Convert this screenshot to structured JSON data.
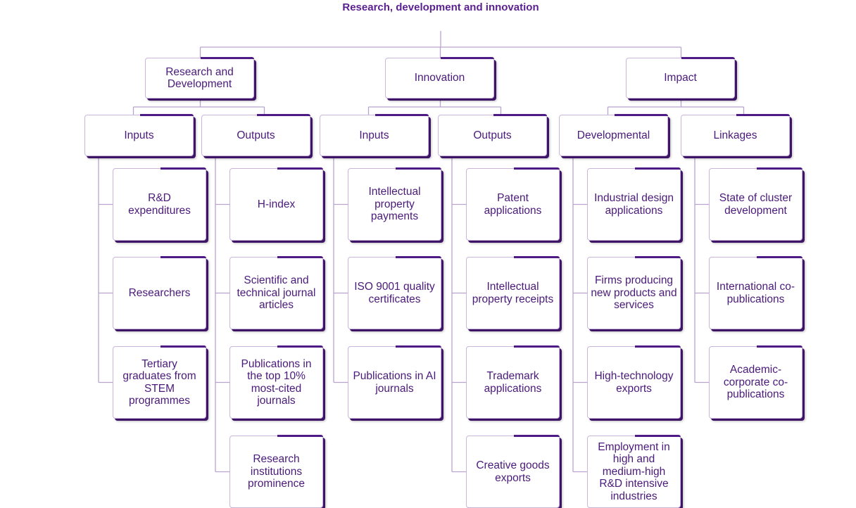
{
  "title": "Research, development and innovation",
  "pillars": [
    {
      "label": "Research and Development",
      "groups": [
        {
          "label": "Inputs",
          "items": [
            "R&D expenditures",
            "Researchers",
            "Tertiary graduates from STEM programmes"
          ]
        },
        {
          "label": "Outputs",
          "items": [
            "H-index",
            "Scientific and technical journal articles",
            "Publications in the top 10% most-cited journals",
            "Research institutions prominence"
          ]
        }
      ]
    },
    {
      "label": "Innovation",
      "groups": [
        {
          "label": "Inputs",
          "items": [
            "Intellectual property payments",
            "ISO 9001 quality certificates",
            "Publications in AI journals"
          ]
        },
        {
          "label": "Outputs",
          "items": [
            "Patent applications",
            "Intellectual property receipts",
            "Trademark applications",
            "Creative goods exports"
          ]
        }
      ]
    },
    {
      "label": "Impact",
      "groups": [
        {
          "label": "Developmental",
          "items": [
            "Industrial design applications",
            "Firms producing new products and services",
            "High-technology exports",
            "Employment in high and medium-high R&D intensive industries"
          ]
        },
        {
          "label": "Linkages",
          "items": [
            "State of cluster development",
            "International co-publications",
            "Academic-corporate co-publications"
          ]
        }
      ]
    }
  ],
  "colors": {
    "accent": "#4e1a85",
    "text": "#4a1a7a",
    "connector": "#b9a3cf"
  }
}
